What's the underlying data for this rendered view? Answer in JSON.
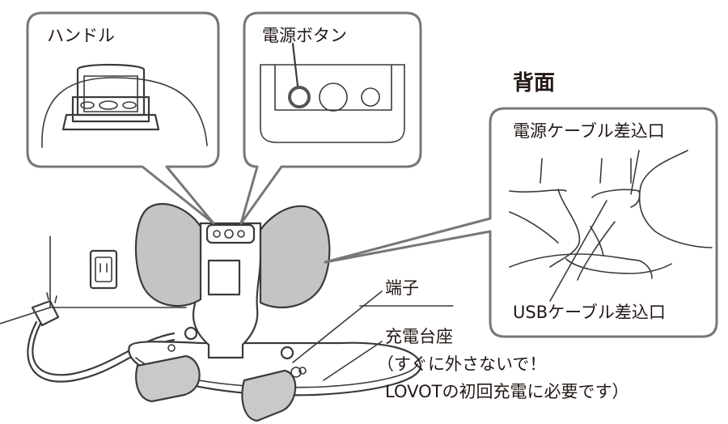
{
  "labels": {
    "handle": "ハンドル",
    "power_button": "電源ボタン",
    "back_heading": "背面",
    "power_cable_port": "電源ケーブル差込口",
    "usb_cable_port": "USBケーブル差込口",
    "terminal": "端子",
    "charging_base": "充電台座",
    "charging_note_line1": "（すぐに外さないで！",
    "charging_note_line2": "LOVOTの初回充電に必要です）"
  }
}
